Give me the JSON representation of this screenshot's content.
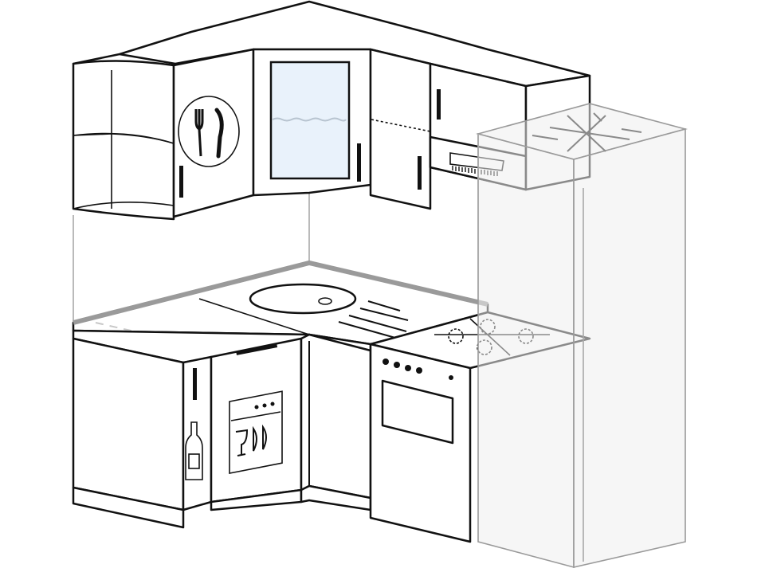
{
  "scene": {
    "layout": "corner",
    "colors": {
      "line": "#111111",
      "ghost": "#9a9a9a",
      "glass": "#e9f2fb",
      "counter_edge": "#9a9a9a"
    },
    "icons": [
      "fork-knife-icon",
      "wine-bottle-icon",
      "dishwasher-icon",
      "snowflake-icon",
      "extractor-hood-icon",
      "gas-hob-icon"
    ],
    "gas_hob": {
      "burners": 4
    },
    "oven_knobs": 4
  }
}
